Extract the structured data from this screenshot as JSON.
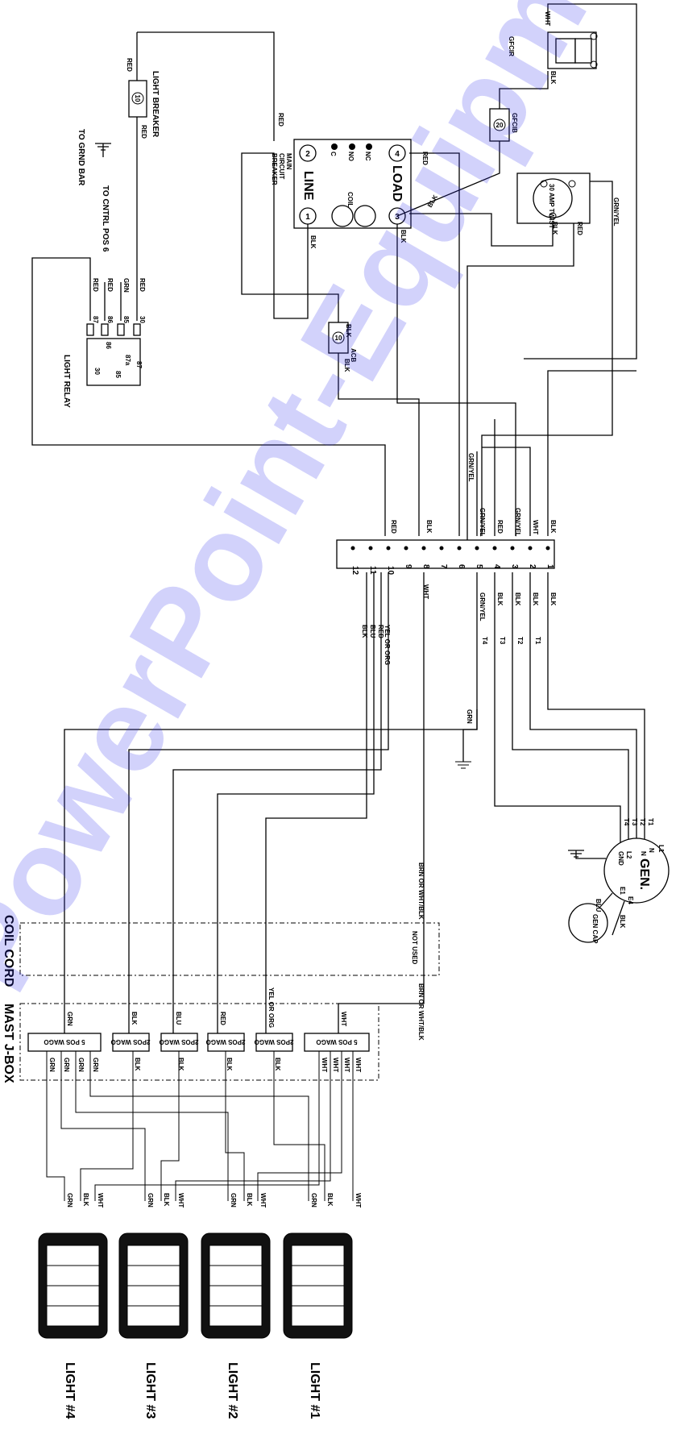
{
  "watermark": "PowerPoint-Equipment",
  "components": {
    "main_breaker": {
      "title_lines": [
        "MAIN",
        "CIRCUIT",
        "BREAKER"
      ],
      "line": "LINE",
      "load": "LOAD",
      "coil": "COIL",
      "terminals": [
        "1",
        "2",
        "3",
        "4"
      ],
      "contacts": [
        "C",
        "NO",
        "NC"
      ]
    },
    "light_breaker": {
      "label": "LIGHT BREAKER",
      "value": "10"
    },
    "acb": {
      "label": "ACB",
      "value": "10"
    },
    "gfcib": {
      "label": "GFCIB",
      "value": "20"
    },
    "gfcir": {
      "label": "GFCIR"
    },
    "twist_lock": {
      "label": "30 AMP TWIST"
    },
    "light_relay": {
      "label": "LIGHT RELAY",
      "pins": [
        "87",
        "87a",
        "86",
        "85",
        "30"
      ]
    },
    "relay_wires": [
      {
        "color": "RED",
        "pin": "30"
      },
      {
        "color": "GRN",
        "pin": "85"
      },
      {
        "color": "RED",
        "pin": "86"
      },
      {
        "color": "RED",
        "pin": "87"
      }
    ],
    "to_grnd_bar": "TO GRND BAR",
    "to_cntrl_pos6": "TO CNTRL POS 6",
    "terminal_strip": [
      "1",
      "2",
      "3",
      "4",
      "5",
      "6",
      "7",
      "8",
      "9",
      "10",
      "11",
      "12"
    ],
    "generator": {
      "label": "GEN.",
      "leads": [
        "L1",
        "N",
        "N",
        "L2",
        "GND",
        "E1",
        "E4"
      ],
      "cap": "GEN CAP"
    },
    "gen_t": [
      "T1",
      "T2",
      "T3",
      "T4"
    ]
  },
  "wire_labels": {
    "wht": "WHT",
    "blk": "BLK",
    "red": "RED",
    "grn": "GRN",
    "blu": "BLU",
    "grn_yel": "GRN/YEL",
    "yel_org": "YEL OR ORG",
    "brn": "BRN OR WHT/BLK"
  },
  "jbox": {
    "title": "MAST J-BOX",
    "not_used": "NOT USED",
    "wago5": "5 POS WAGO",
    "wago2": "2POS WAGO"
  },
  "coil_cord": "COIL CORD",
  "lights": [
    "LIGHT #1",
    "LIGHT #2",
    "LIGHT #3",
    "LIGHT #4"
  ]
}
